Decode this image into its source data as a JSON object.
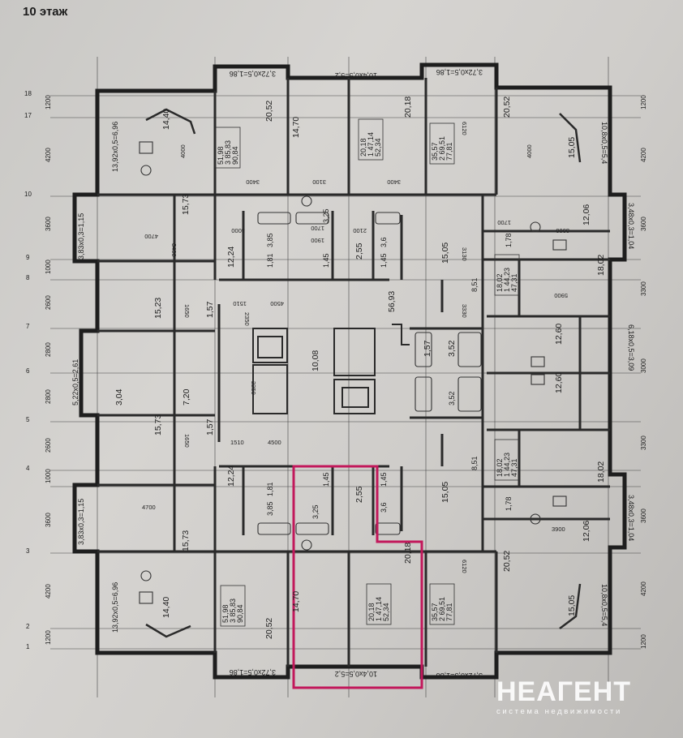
{
  "floor_label": "10 этаж",
  "watermark": {
    "logo": "НЕАГЕНТ",
    "subtitle": "система недвижимости"
  },
  "top_strip_text": "",
  "dims": {
    "top_balc_left": "3,72х0,5=1,86",
    "top_balc_mid": "10,4х0,5=5,2",
    "top_balc_right": "3,72х0,5=1,86",
    "bot_balc_left": "3,72х0,5=1,86",
    "bot_balc_mid": "10,4х0,5=5,2",
    "bot_balc_right": "3,72х0,5=1,86",
    "side_left_1": "13,92х0,5=6,96",
    "side_left_2": "3,83х0,3=1,15",
    "side_left_3": "5,22х0,5=2,61",
    "side_left_4": "3,83х0,3=1,15",
    "side_left_5": "13,92х0,5=6,96",
    "side_right_1": "10,8х0,5=5,4",
    "side_right_2": "3,48х0,3=1,04",
    "side_right_3": "6,18х0,5=3,09",
    "side_right_4": "3,48х0,3=1,04",
    "side_right_5": "10,8х0,5=5,4"
  },
  "rooms": [
    {
      "id": "r1",
      "text": "14,40"
    },
    {
      "id": "r2",
      "text": "20,52"
    },
    {
      "id": "r3",
      "text": "14,70"
    },
    {
      "id": "r4",
      "text": "20,18"
    },
    {
      "id": "r5",
      "text": "20,52"
    },
    {
      "id": "r6",
      "text": "15,05"
    },
    {
      "id": "r7",
      "text": "15,73"
    },
    {
      "id": "r8",
      "text": "12,24"
    },
    {
      "id": "r9",
      "text": "2,55"
    },
    {
      "id": "r10",
      "text": "15,05"
    },
    {
      "id": "r11",
      "text": "12,06"
    },
    {
      "id": "r12",
      "text": "15,23"
    },
    {
      "id": "r13",
      "text": "1,57"
    },
    {
      "id": "r14",
      "text": "10,08"
    },
    {
      "id": "r15",
      "text": "56,93"
    },
    {
      "id": "r16",
      "text": "18,02"
    },
    {
      "id": "r17",
      "text": "12,60"
    },
    {
      "id": "r18",
      "text": "3,04"
    },
    {
      "id": "r19",
      "text": "7,20"
    },
    {
      "id": "r20",
      "text": "3,52"
    },
    {
      "id": "r21",
      "text": "1,57"
    },
    {
      "id": "r22",
      "text": "12,60"
    },
    {
      "id": "r23",
      "text": "15,73"
    },
    {
      "id": "r24",
      "text": "1,57"
    },
    {
      "id": "r25",
      "text": "12,24"
    },
    {
      "id": "r26",
      "text": "2,55"
    },
    {
      "id": "r27",
      "text": "15,05"
    },
    {
      "id": "r28",
      "text": "18,02"
    },
    {
      "id": "r29",
      "text": "15,73"
    },
    {
      "id": "r30",
      "text": "12,06"
    },
    {
      "id": "r31",
      "text": "14,40"
    },
    {
      "id": "r32",
      "text": "20,52"
    },
    {
      "id": "r33",
      "text": "14,70"
    },
    {
      "id": "r34",
      "text": "20,18"
    },
    {
      "id": "r35",
      "text": "20,52"
    },
    {
      "id": "r36",
      "text": "15,05"
    },
    {
      "id": "r37",
      "text": "1,81"
    },
    {
      "id": "r38",
      "text": "3,85"
    },
    {
      "id": "r39",
      "text": "1,45"
    },
    {
      "id": "r40",
      "text": "3,6"
    },
    {
      "id": "r41",
      "text": "1,45"
    },
    {
      "id": "r42",
      "text": "3,25"
    },
    {
      "id": "r43",
      "text": "8,51"
    },
    {
      "id": "r44",
      "text": "8,51"
    },
    {
      "id": "r45",
      "text": "1,78"
    },
    {
      "id": "r46",
      "text": "1,78"
    },
    {
      "id": "r47",
      "text": "3,52"
    },
    {
      "id": "r48",
      "text": "1,81"
    },
    {
      "id": "r49",
      "text": "3,85"
    },
    {
      "id": "r50",
      "text": "1,45"
    },
    {
      "id": "r51",
      "text": "3,6"
    },
    {
      "id": "r52",
      "text": "1,45"
    },
    {
      "id": "r53",
      "text": "3,25"
    }
  ],
  "stamps": [
    {
      "id": "s1",
      "lines": [
        "51,98",
        "3 85,83",
        "90,84"
      ]
    },
    {
      "id": "s2",
      "lines": [
        "20,18",
        "1 47,14",
        "52,34"
      ]
    },
    {
      "id": "s3",
      "lines": [
        "35,57",
        "2 69,51",
        "77,81"
      ]
    },
    {
      "id": "s4",
      "lines": [
        "18,02",
        "1 44,23",
        "47,31"
      ]
    },
    {
      "id": "s5",
      "lines": [
        "18,02",
        "1 44,23",
        "47,31"
      ]
    },
    {
      "id": "s6",
      "lines": [
        "51,98",
        "3 85,83",
        "90,84"
      ]
    },
    {
      "id": "s7",
      "lines": [
        "20,18",
        "1 47,14",
        "52,34"
      ]
    },
    {
      "id": "s8",
      "lines": [
        "35,57",
        "2 69,51",
        "77,81"
      ]
    }
  ],
  "axis_dims_left": [
    "1200",
    "4200",
    "3600",
    "1000",
    "2600",
    "2800",
    "2800",
    "2600",
    "1000",
    "3600",
    "4200",
    "1200"
  ],
  "axis_dims_right": [
    "1200",
    "4200",
    "3600",
    "3300",
    "3000",
    "3300",
    "3600",
    "4200",
    "1200"
  ],
  "axis_marks_left": [
    "18",
    "17",
    "10",
    "9",
    "8",
    "7",
    "6",
    "5",
    "4",
    "3",
    "2",
    "1"
  ],
  "inner_dims": [
    "4000",
    "3400",
    "3100",
    "3400",
    "4000",
    "3000",
    "1700",
    "1900",
    "2100",
    "1700",
    "3000",
    "4500",
    "1510",
    "4500",
    "1510",
    "2350",
    "4700",
    "3400",
    "1650",
    "5900",
    "4700",
    "3900",
    "3130",
    "3330",
    "6120",
    "6120",
    "2250",
    "1650"
  ],
  "highlight_color": "#c2185b"
}
